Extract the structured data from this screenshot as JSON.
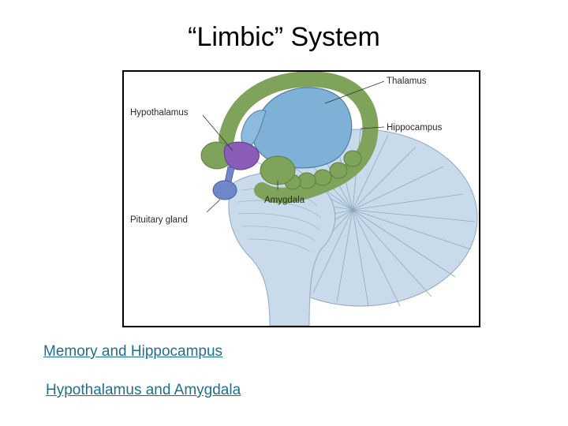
{
  "slide": {
    "title": "“Limbic” System"
  },
  "figure": {
    "labels": {
      "thalamus": "Thalamus",
      "hypothalamus": "Hypothalamus",
      "hippocampus": "Hippocampus",
      "amygdala": "Amygdala",
      "pituitary": "Pituitary gland"
    },
    "colors": {
      "limbic_green": "#7fa35a",
      "thalamus_blue": "#7fb0d6",
      "brainstem_blue": "#c9dbea",
      "hypothalamus_purple": "#8a5cb8",
      "pituitary_blue": "#6f86c9"
    }
  },
  "links": [
    {
      "label": "Memory and Hippocampus"
    },
    {
      "label": "Hypothalamus and Amygdala"
    }
  ]
}
